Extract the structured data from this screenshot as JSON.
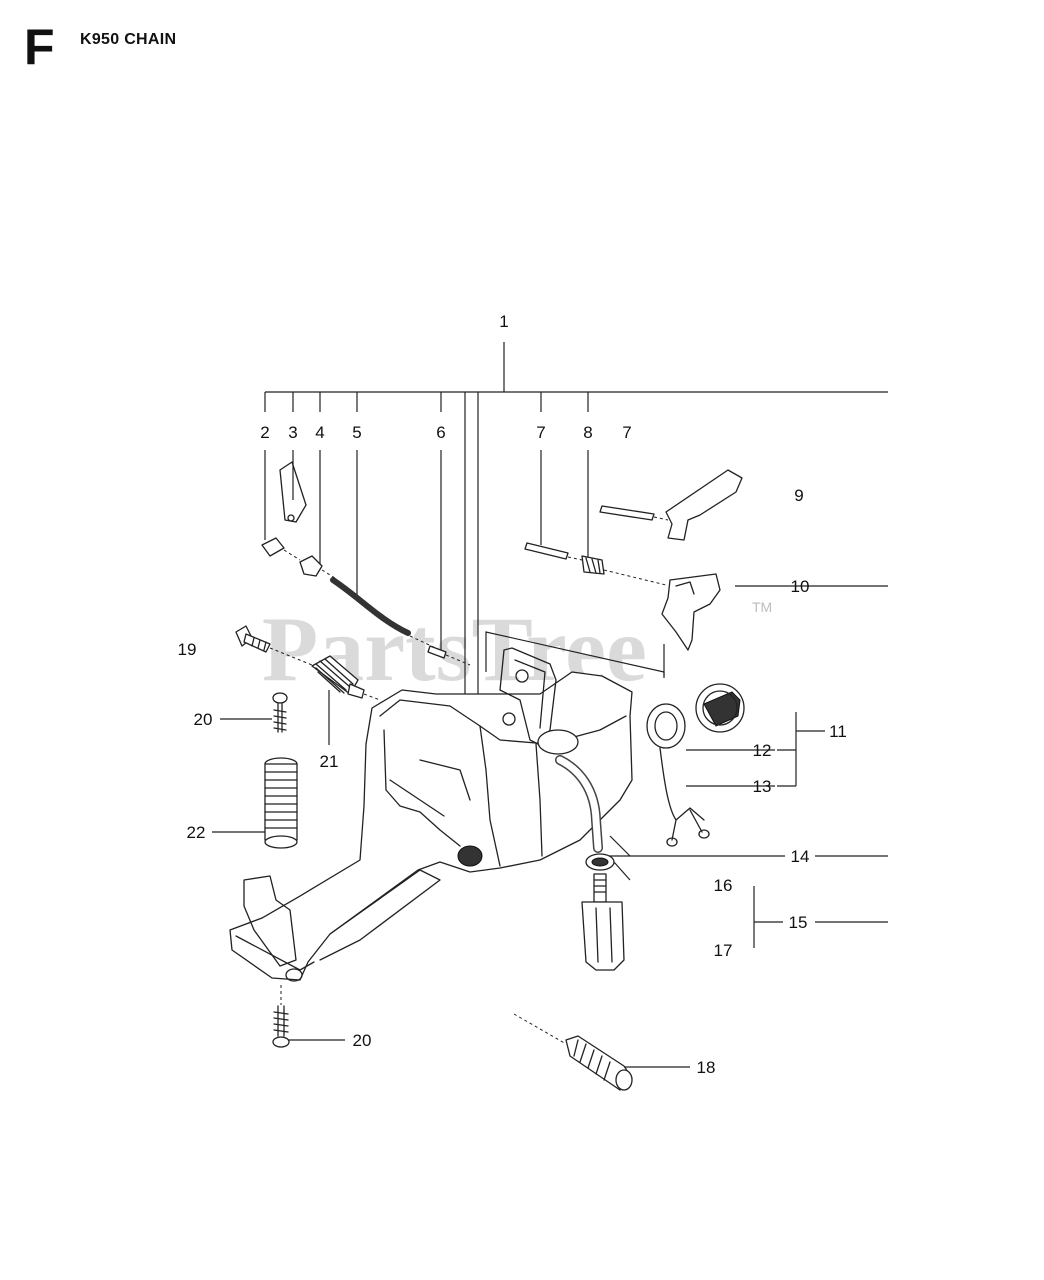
{
  "header": {
    "section": "F",
    "title": "K950 CHAIN"
  },
  "watermark": {
    "text": "PartsTree",
    "tm": "TM"
  },
  "callouts": {
    "c1": "1",
    "c2": "2",
    "c3": "3",
    "c4": "4",
    "c5": "5",
    "c6": "6",
    "c7a": "7",
    "c7b": "7",
    "c8": "8",
    "c9": "9",
    "c10": "10",
    "c11": "11",
    "c12": "12",
    "c13": "13",
    "c14": "14",
    "c15": "15",
    "c16": "16",
    "c17": "17",
    "c18": "18",
    "c19": "19",
    "c20a": "20",
    "c20b": "20",
    "c21": "21",
    "c22": "22"
  }
}
